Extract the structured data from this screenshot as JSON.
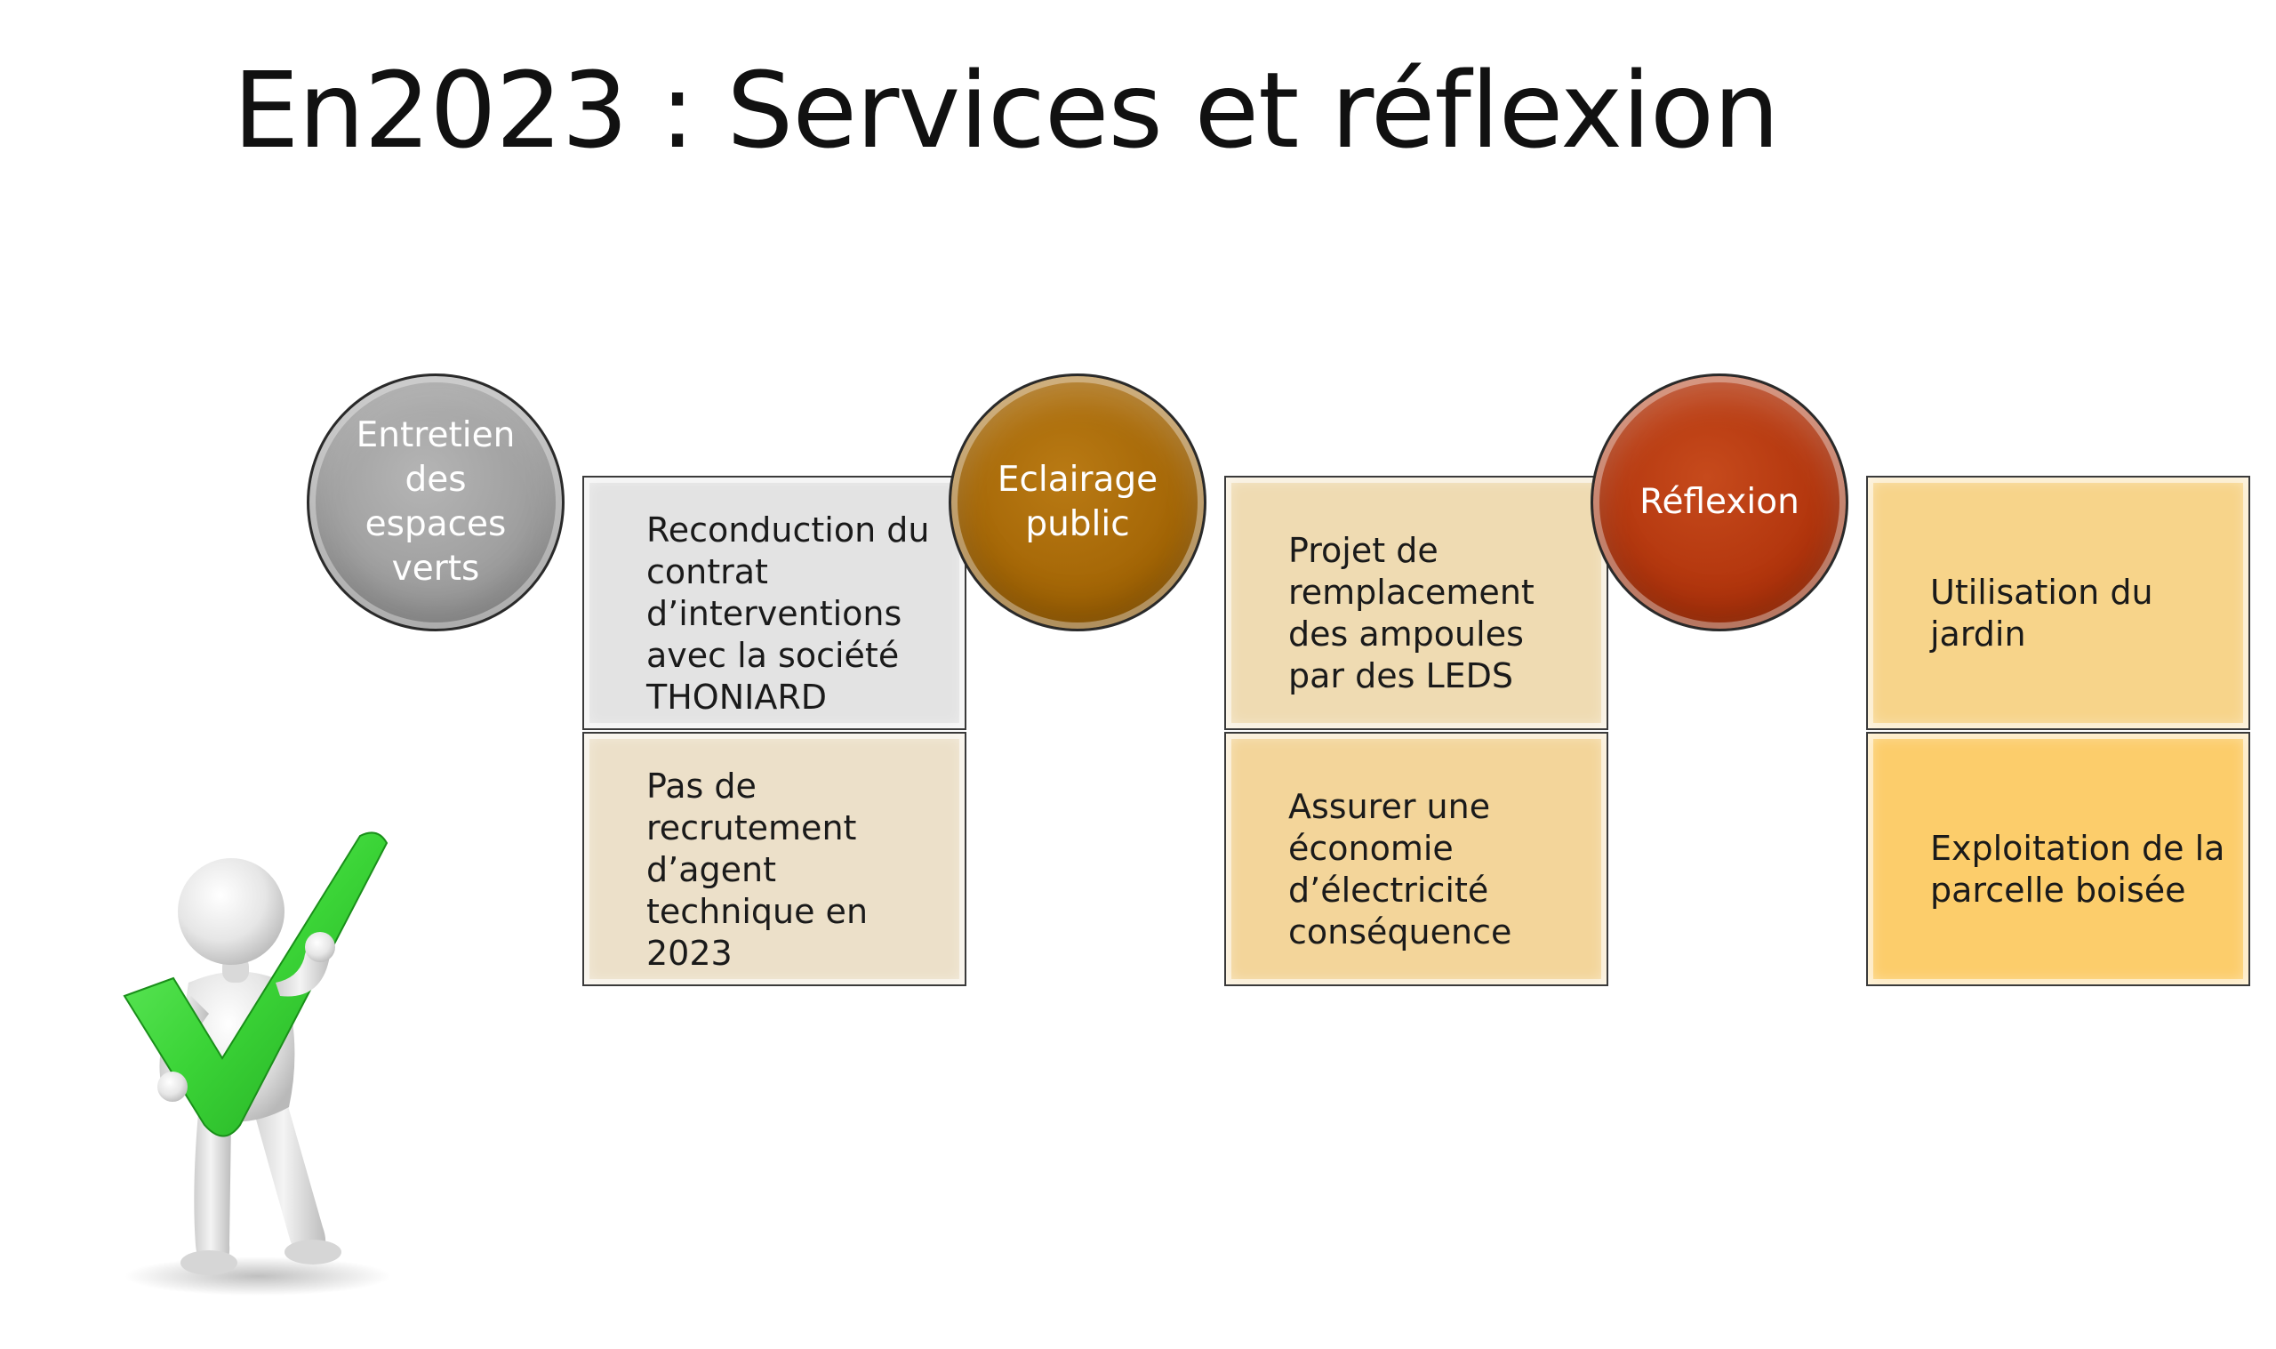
{
  "title": "En2023 : Services et réflexion",
  "colors": {
    "gray_circle": "#a0a0a0",
    "brown_circle": "#a66a06",
    "red_circle": "#b83a10",
    "check_green": "#3ed43a"
  },
  "groups": [
    {
      "circle_label": "Entretien\ndes\nespaces\nverts",
      "circle_color": "#a3a3a3",
      "items": [
        {
          "text": "Reconduction du contrat d’interventions avec la société THONIARD",
          "bg": "#e3e3e3"
        },
        {
          "text": "Pas de recrutement d’agent technique en 2023",
          "bg": "#ece0c9"
        }
      ]
    },
    {
      "circle_label": "Eclairage\npublic",
      "circle_color": "#a8690a",
      "items": [
        {
          "text": "Projet de remplacement des ampoules par des LEDS",
          "bg": "#efdbb2"
        },
        {
          "text": "Assurer une économie d’électricité conséquence",
          "bg": "#f3d59a"
        }
      ]
    },
    {
      "circle_label": "Réflexion",
      "circle_color": "#b8370e",
      "items": [
        {
          "text": "Utilisation du jardin",
          "bg": "#f7d48a"
        },
        {
          "text": "Exploitation de la parcelle boisée",
          "bg": "#fccd6b"
        }
      ]
    }
  ],
  "figure": {
    "icon": "person-holding-checkmark-icon"
  }
}
